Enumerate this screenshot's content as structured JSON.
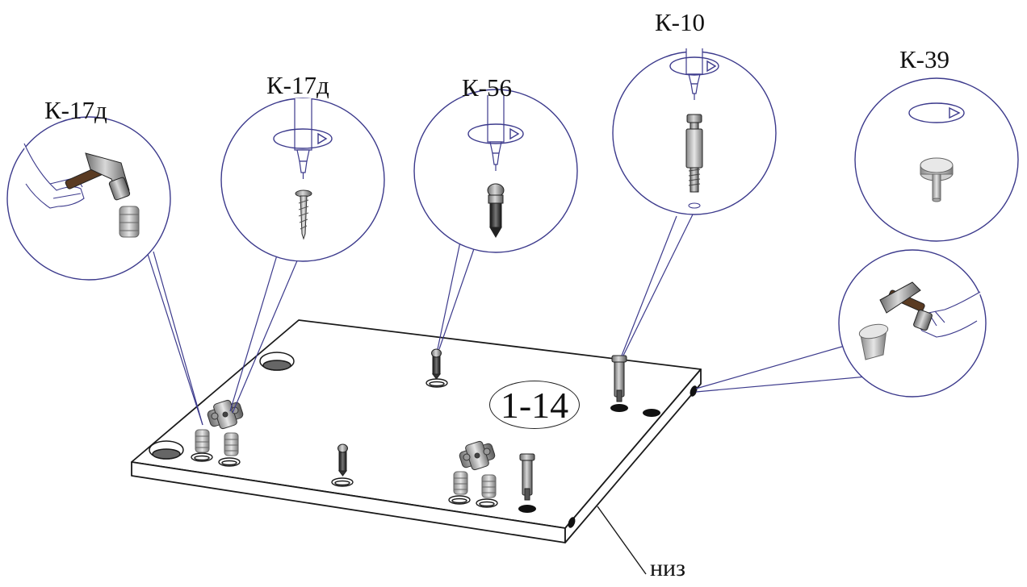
{
  "callouts": [
    {
      "id": "k17d-hammer",
      "label": "К-17д",
      "part": "dowel (hammered in)"
    },
    {
      "id": "k17d-screw",
      "label": "К-17д",
      "part": "screw"
    },
    {
      "id": "k56",
      "label": "К-56",
      "part": "pin"
    },
    {
      "id": "k10",
      "label": "К-10",
      "part": "cam bolt"
    },
    {
      "id": "k39",
      "label": "К-39",
      "part": "support"
    }
  ],
  "panel_tag": "1-14",
  "side_label": "низ",
  "colors": {
    "outline": "#1a1a1a",
    "callout_line": "#3c3a8c",
    "hole_dark": "#111111",
    "metal": "#9a9a9a"
  },
  "icons": [
    "hammer-icon",
    "hand-icon",
    "screwdriver-icon",
    "rotate-arrow-icon",
    "screw-icon",
    "dowel-icon",
    "pin-icon",
    "cam-bolt-icon",
    "support-icon",
    "hinge-icon"
  ]
}
